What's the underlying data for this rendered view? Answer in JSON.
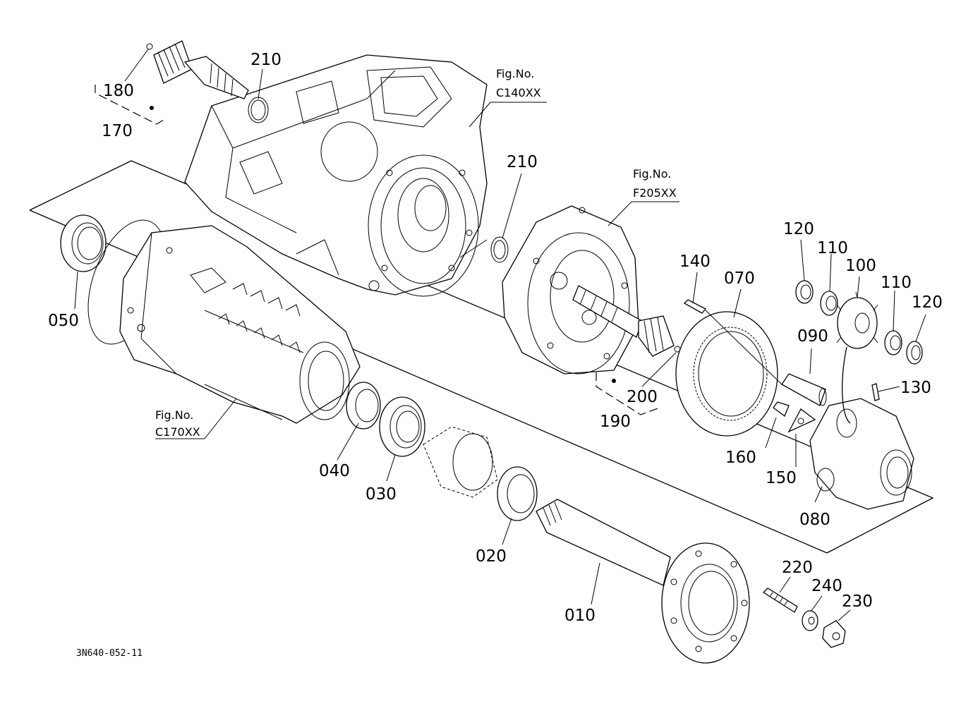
{
  "figure_refs": {
    "c140": {
      "line1": "Fig.No.",
      "line2": "C140XX"
    },
    "f205": {
      "line1": "Fig.No.",
      "line2": "F205XX"
    },
    "c170": {
      "line1": "Fig.No.",
      "line2": "C170XX"
    }
  },
  "part_labels": {
    "p180": "180",
    "p170": "170",
    "p210a": "210",
    "p210b": "210",
    "p050": "050",
    "p040": "040",
    "p030": "030",
    "p020": "020",
    "p010": "010",
    "p200": "200",
    "p190": "190",
    "p140": "140",
    "p070": "070",
    "p120a": "120",
    "p110a": "110",
    "p100": "100",
    "p110b": "110",
    "p120b": "120",
    "p090": "090",
    "p130": "130",
    "p160": "160",
    "p150": "150",
    "p080": "080",
    "p220": "220",
    "p240": "240",
    "p230": "230"
  },
  "drawing_number": "3N640-052-11"
}
